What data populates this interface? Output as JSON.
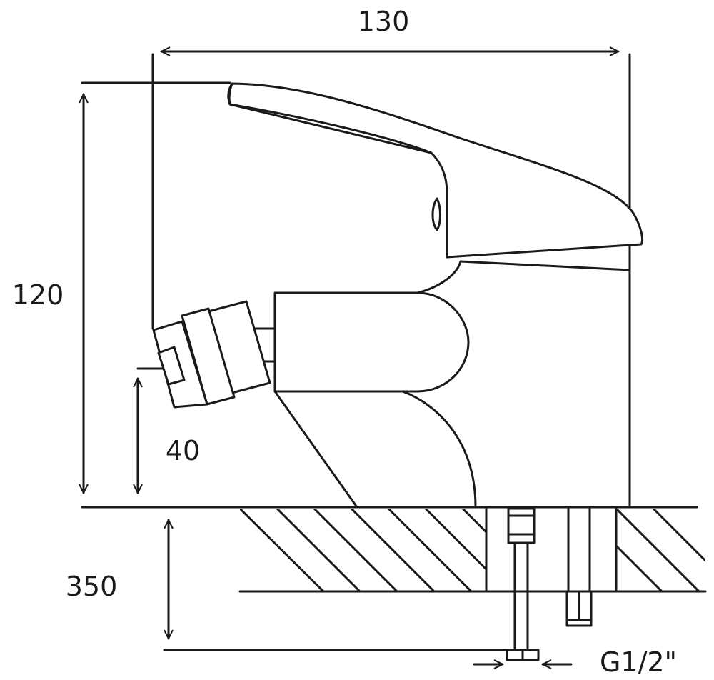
{
  "dimensions": {
    "width": "130",
    "height": "120",
    "spout_height": "40",
    "pipe_length": "350",
    "connection": "G1/2\""
  }
}
